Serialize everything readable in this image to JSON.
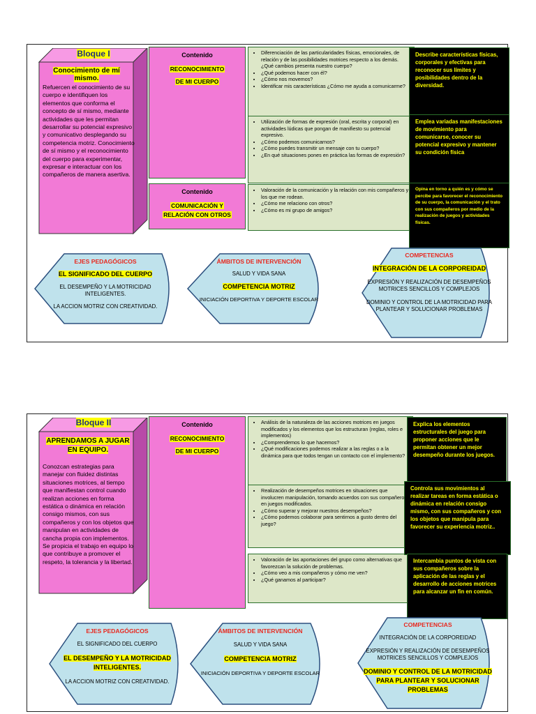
{
  "colors": {
    "cube_pink": "#f27ad6",
    "green_box": "#dde7c8",
    "blue_shape": "#bfe2ec",
    "highlight": "#ffff00",
    "red_title": "#e8281e",
    "title_blue": "#1f2f7a"
  },
  "block1": {
    "title": "Bloque I",
    "subtitle": "Conocimiento de mí mismo.",
    "text": "Refuercen el conocimiento de su cuerpo e identifiquen los elementos que conforma el concepto de sí mismo, mediante actividades que les permitan desarrollar su potencial expresivo y comunicativo desplegando su competencia motriz. Conocimiento de sí mismo y el reconocimiento del cuerpo para experimentar, expresar e interactuar con los compañeros de manera asertiva.",
    "content1": {
      "label": "Contenido",
      "line1": "RECONOCIMIENTO",
      "line2": "DE MI CUERPO"
    },
    "content2": {
      "label": "Contenido",
      "line1": "COMUNICACIÓN Y",
      "line2": "RELACIÓN CON OTROS"
    },
    "green1": [
      "Diferenciación de las particularidades físicas, emocionales, de relación y de las posibilidades motrices respecto a los demás. ¿Qué cambios presenta nuestro cuerpo?",
      "¿Qué podemos hacer con él?",
      "¿Cómo nos movemos?",
      "Identificar mis características ¿Cómo me ayuda a comunicarme?"
    ],
    "green2": [
      "Utilización de formas de expresión (oral, escrita y corporal) en actividades lúdicas que pongan de manifiesto su potencial expresivo.",
      "¿Cómo podemos comunicarnos?",
      "¿Cómo puedes transmitir un mensaje con tu cuerpo?",
      "¿En qué situaciones pones en práctica las formas de expresión?"
    ],
    "green3": [
      "Valoración de la comunicación y la relación con mis compañeros y los que me rodean.",
      "¿Cómo me relaciono con otros?",
      "¿Cómo es mi grupo de amigos?"
    ],
    "black1": "Describe características físicas, corporales y efectivas para reconocer sus límites y posibilidades dentro de la diversidad.",
    "black2": "Emplea variadas manifestaciones de movimiento para comunicarse, conocer su potencial expresivo y mantener su condición física",
    "black3": "Opina en torno a quién es y cómo se percibe para favorecer el reconocimiento de su cuerpo, la comunicación y el trato con sus compañeros por medio de la realización de juegos y actividades físicas.",
    "ejes": {
      "title": "EJES PEDAGÓGICOS",
      "l1": "EL SIGNIFICADO DEL CUERPO",
      "l2": "EL DESEMPEÑO Y LA MOTRICIDAD INTELIGENTES.",
      "l3": "LA ACCION MOTRIZ CON CREATIVIDAD."
    },
    "ambitos": {
      "title": "ÁMBITOS DE INTERVENCIÓN",
      "l1": "SALUD Y VIDA SANA",
      "l2": "COMPETENCIA MOTRIZ",
      "l3": "INICIACIÓN DEPORTIVA Y DEPORTE ESCOLAR"
    },
    "competencias": {
      "title": "COMPETENCIAS",
      "l1": "INTEGRACIÓN DE LA CORPOREIDAD",
      "l2": "EXPRESIÓN Y REALIZACIÓN DE DESEMPEÑOS MOTRICES SENCILLOS Y COMPLEJOS",
      "l3": "DOMINIO Y CONTROL DE LA MOTRICIDAD PARA PLANTEAR Y SOLUCIONAR PROBLEMAS"
    }
  },
  "block2": {
    "title": "Bloque II",
    "subtitle": "APRENDAMOS A JUGAR EN EQUIPO.",
    "text": "Conozcan estrategias para manejar con fluidez distintas situaciones motrices, al tiempo que manifiestan control cuando realizan acciones en forma estática o dinámica en relación consigo mismos, con sus compañeros y con los objetos que manipulan en actividades de cancha propia con implementos. Se propicia el trabajo en equipo lo que contribuye a promover el respeto, la tolerancia y la libertad.",
    "content1": {
      "label": "Contenido",
      "line1": "RECONOCIMIENTO",
      "line2": "DE MI CUERPO"
    },
    "green1": [
      "Análisis de la naturaleza de las acciones motrices en juegos modificados y los elementos que los estructuran (reglas, roles e implementos)",
      "¿Comprendemos lo que hacemos?",
      "¿Qué modificaciones podemos realizar a las reglas o a la dinámica para que todos tengan un contacto con el implemento?"
    ],
    "green2": [
      "Realización de desempeños motrices en situaciones que involucren manipulación, tomando acuerdos con sus compañeros en juegos modificados.",
      "¿Cómo superar y mejorar nuestros desempeños?",
      "¿Cómo podemos colaborar para sentirnos a gusto dentro del juego?"
    ],
    "green3": [
      "Valoración de las aportaciones del grupo como alternativas que favorezcan la solución de problemas.",
      "¿Cómo veo a mis compañeros y cómo me ven?",
      "¿Qué ganamos al participar?"
    ],
    "black1": "Explica los elementos estructurales del juego para proponer acciones que le permitan obtener un mejor desempeño durante los juegos.",
    "black2": "Controla sus movimientos al realizar tareas en forma estática o dinámica en relación consigo mismo, con sus compañeros y con los objetos que manipula para favorecer su experiencia motriz..",
    "black3": "Intercambia puntos de vista con sus compañeros sobre la aplicación de las reglas y el desarrollo de acciones motrices para alcanzar un fin en común.",
    "ejes": {
      "title": "EJES PEDAGÓGICOS",
      "l1": "EL SIGNIFICADO DEL CUERPO",
      "l2": "EL DESEMPEÑO Y LA MOTRICIDAD INTELIGENTES.",
      "l3": "LA ACCION MOTRIZ CON CREATIVIDAD."
    },
    "ambitos": {
      "title": "ÁMBITOS DE INTERVENCIÓN",
      "l1": "SALUD Y VIDA SANA",
      "l2": "COMPETENCIA MOTRIZ",
      "l3": "INICIACIÓN DEPORTIVA Y DEPORTE ESCOLAR"
    },
    "competencias": {
      "title": "COMPETENCIAS",
      "l1": "INTEGRACIÓN DE LA CORPOREIDAD",
      "l2": "EXPRESIÓN Y REALIZACIÓN DE DESEMPEÑOS MOTRICES SENCILLOS Y COMPLEJOS",
      "l3": "DOMINIO Y CONTROL DE LA MOTRICIDAD PARA PLANTEAR Y SOLUCIONAR PROBLEMAS"
    }
  }
}
